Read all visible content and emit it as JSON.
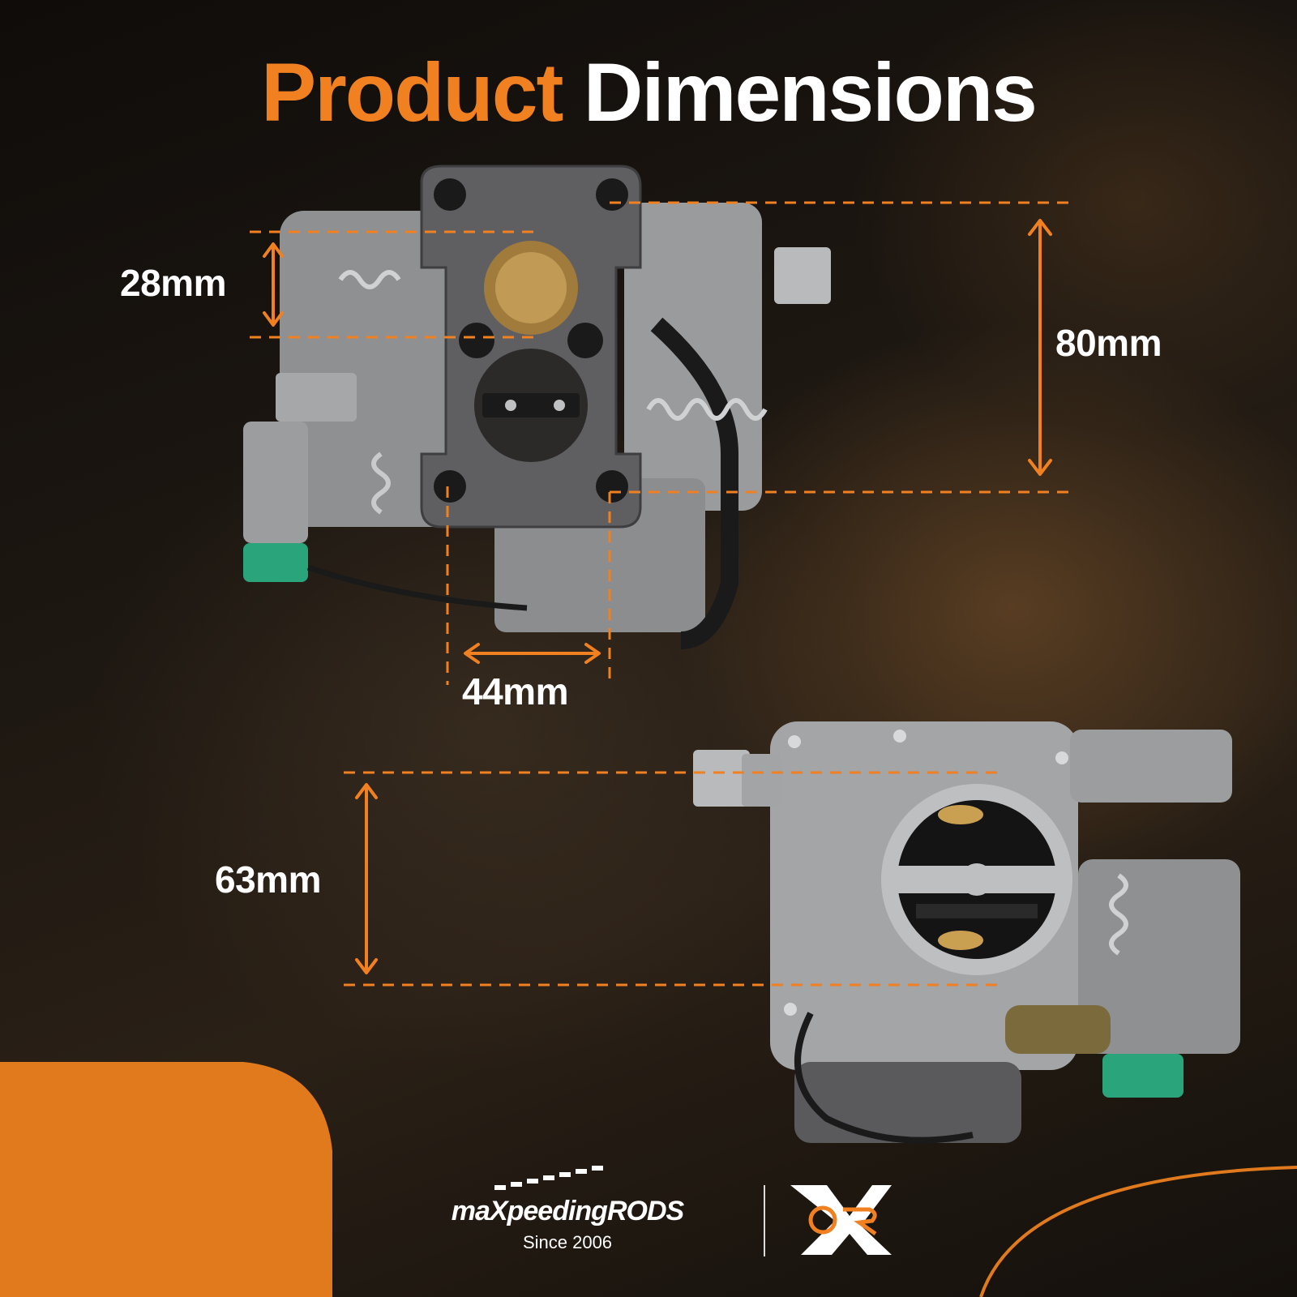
{
  "title": {
    "word1": "Product",
    "word2": "Dimensions"
  },
  "dimensions": {
    "height_gasket_bore": "28mm",
    "height_total": "80mm",
    "width_bottom": "44mm",
    "height_bottom_view": "63mm"
  },
  "brand": {
    "name": "maXpeedingRODS",
    "since": "Since 2006",
    "badge": "OR"
  },
  "colors": {
    "accent": "#f08020",
    "text": "#ffffff",
    "background": "#140f0b"
  }
}
